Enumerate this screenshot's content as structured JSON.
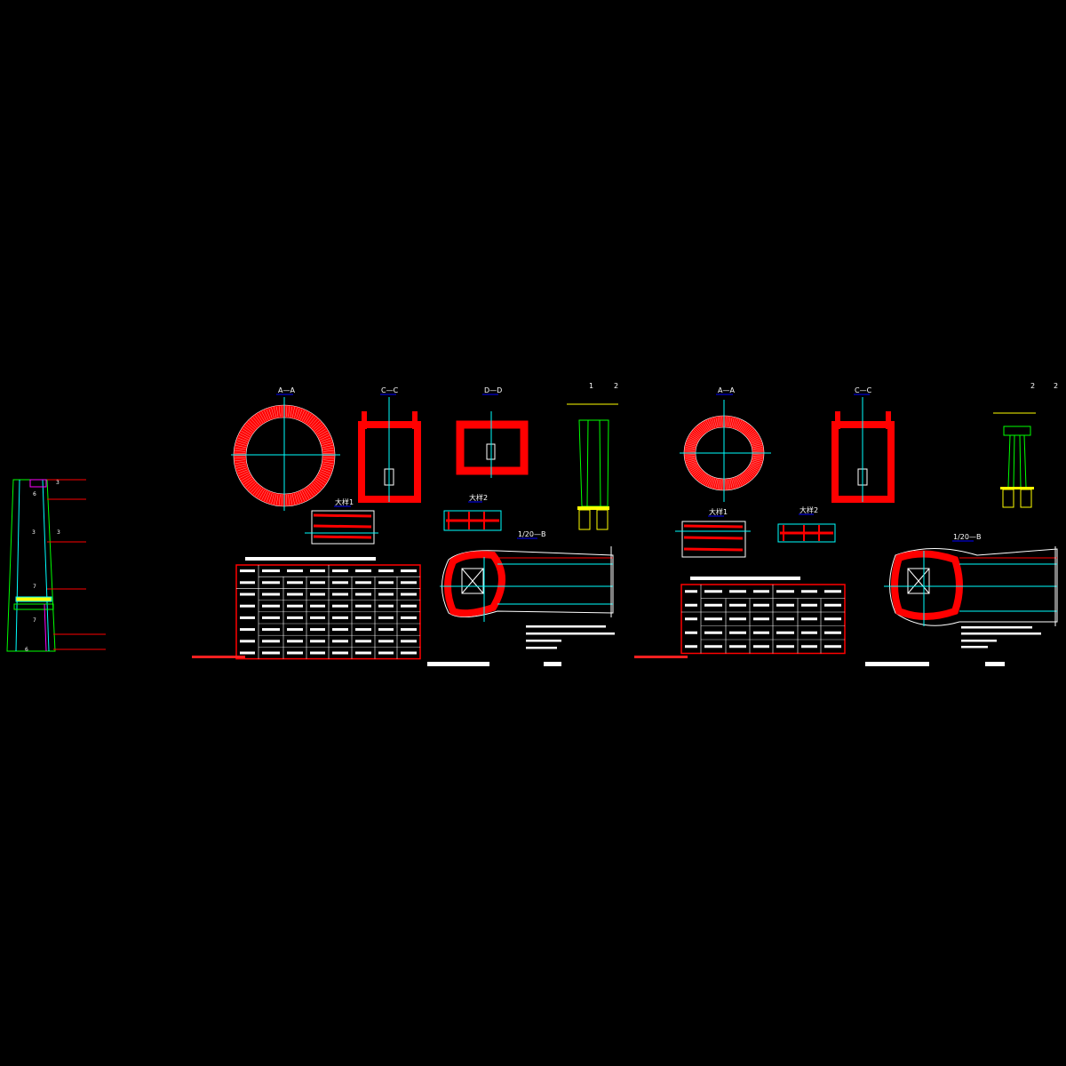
{
  "colors": {
    "background": "#000000",
    "rebar": "#ff0000",
    "axis": "#00ffff",
    "outline": "#ffffff",
    "elevation": "#00ff00",
    "pile": "#ffff00",
    "accent": "#ff00ff",
    "underline": "#0000ff"
  },
  "sheet1": {
    "section_aa": "A—A",
    "section_cc": "C—C",
    "section_dd": "D—D",
    "detail1": "大样1",
    "detail2": "大样2",
    "section_b": "1/20—B",
    "page_marks": [
      "1",
      "2"
    ]
  },
  "sheet2": {
    "section_aa": "A—A",
    "section_cc": "C—C",
    "detail1": "大样1",
    "detail2": "大样2",
    "section_b": "1/20—B",
    "page_marks": [
      "2",
      "2"
    ]
  },
  "left_elevation": {
    "marks": [
      "3",
      "6",
      "3",
      "3",
      "7",
      "7",
      "6"
    ]
  }
}
